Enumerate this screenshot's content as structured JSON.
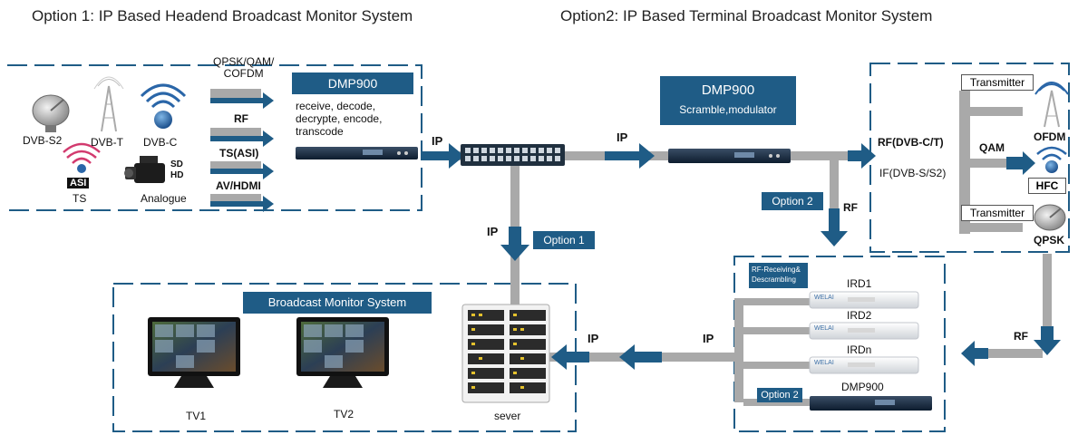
{
  "titles": {
    "option1": "Option 1:  IP Based  Headend Broadcast Monitor System",
    "option2": "Option2:  IP Based  Terminal Broadcast Monitor System"
  },
  "sources": {
    "dvbs2": "DVB-S2",
    "dvbt": "DVB-T",
    "dvbc": "DVB-C",
    "asi_badge": "ASI",
    "ts": "TS",
    "sd": "SD",
    "hd": "HD",
    "analogue": "Analogue"
  },
  "inputs": {
    "qpsk": "QPSK/QAM/\nCOFDM",
    "rf": "RF",
    "ts_asi": "TS(ASI)",
    "av_hdmi": "AV/HDMI"
  },
  "dmp_left": {
    "name": "DMP900",
    "desc1": "receive,   decode,",
    "desc2": "decrypte, encode,",
    "desc3": "transcode"
  },
  "dmp_mid": {
    "name": "DMP900",
    "desc": "Scramble,modulator"
  },
  "ip_labels": {
    "left": "IP",
    "mid": "IP",
    "down": "IP",
    "bottom_right": "IP",
    "bottom_left": "IP"
  },
  "option_labels": {
    "option1": "Option 1",
    "option2_top": "Option 2",
    "option2_bottom": "Option 2"
  },
  "rf_out": {
    "rf_dvbc": "RF(DVB-C/T)",
    "if_dvbs": "IF(DVB-S/S2)",
    "qam": "QAM",
    "rf_down": "RF",
    "rf_right": "RF"
  },
  "transmit": {
    "transmitter1": "Transmitter",
    "transmitter2": "Transmitter",
    "ofdm": "OFDM",
    "hfc": "HFC",
    "qpsk": "QPSK"
  },
  "terminal": {
    "rf_receiving": "RF-Receiving&\nDescrambling",
    "ird1": "IRD1",
    "ird2": "IRD2",
    "irdn": "IRDn",
    "dmp900": "DMP900",
    "welai": "WELAI"
  },
  "monitor": {
    "title": "Broadcast Monitor System",
    "tv1": "TV1",
    "tv2": "TV2",
    "server": "sever"
  },
  "colors": {
    "accent": "#1f5c86",
    "pipe": "#a9a9a9",
    "arrow": "#1f5c86",
    "dash": "#1f5c86"
  }
}
